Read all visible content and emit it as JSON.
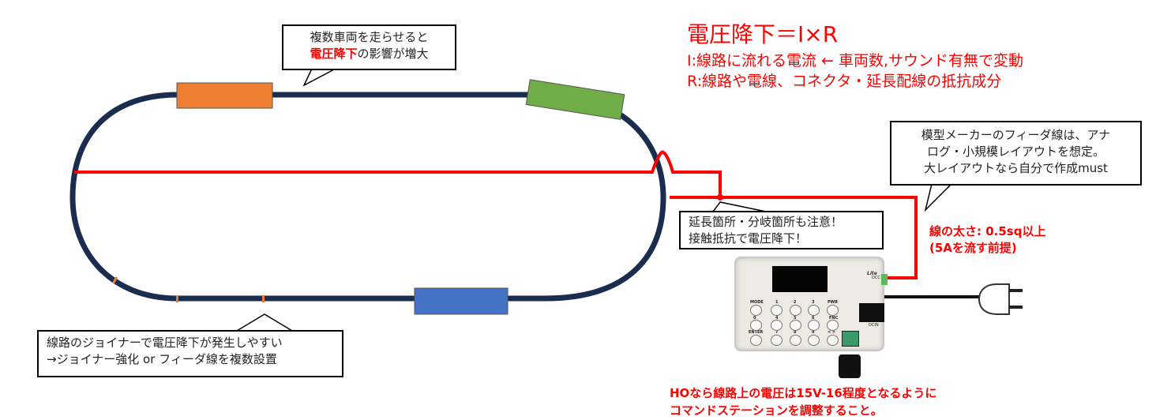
{
  "formula": {
    "title": "電圧降下＝I×R",
    "line_i": "I:線路に流れる電流 ← 車両数,サウンド有無で変動",
    "line_r": "R:線路や電線、コネクタ・延長配線の抵抗成分"
  },
  "callouts": {
    "multi_car": {
      "line1": "複数車両を走らせると",
      "highlight": "電圧降下",
      "rest": "の影響が増大"
    },
    "joiner": {
      "line1": "線路のジョイナーで電圧降下が発生しやすい",
      "line2": "→ジョイナー強化 or フィーダ線を複数設置"
    },
    "extension": {
      "line1": "延長箇所・分岐箇所も注意！",
      "line2": "接触抵抗で電圧降下！"
    },
    "feeder": {
      "line1": "模型メーカーのフィーダ線は、アナ",
      "line2": "ログ・小規模レイアウトを想定。",
      "line3": "大レイアウトなら自分で作成must"
    }
  },
  "wire_note": {
    "line1": "線の太さ: 0.5sq以上",
    "line2": "(5Aを流す前提)"
  },
  "bottom_note": {
    "line1": "HOなら線路上の電圧は15V-16程度となるように",
    "line2": "コマンドステーションを調整すること。"
  },
  "device": {
    "brand": "Lite",
    "dcc_label": "DCC",
    "dcin_label": "DCIN",
    "buttons": [
      "MODE",
      "1",
      "2",
      "3",
      "PWR",
      "0",
      "4",
      "5",
      "6",
      "FNC",
      "ENTER",
      "7",
      "8",
      "9",
      "< >"
    ]
  },
  "colors": {
    "track": "#1b2d4f",
    "wire": "#ff0000",
    "car_orange": "#ed7d31",
    "car_green": "#70ad47",
    "car_blue": "#4472c4"
  }
}
